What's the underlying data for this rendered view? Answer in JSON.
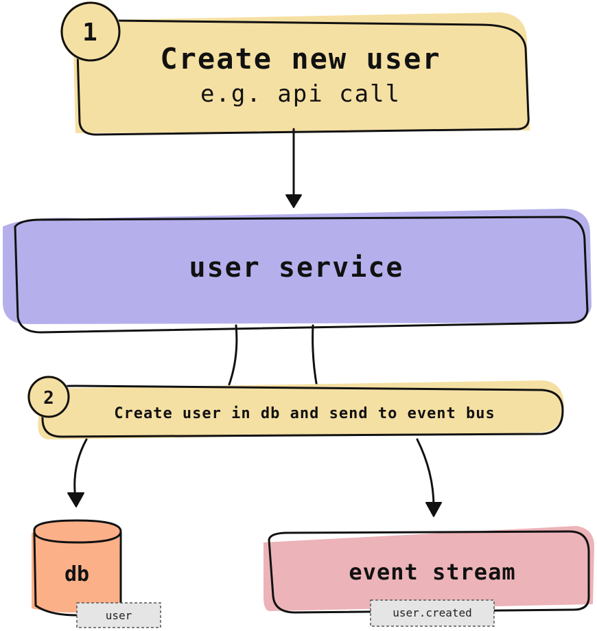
{
  "step1": {
    "number": "1",
    "title": "Create new user",
    "subtitle": "e.g. api call"
  },
  "service": {
    "label": "user service"
  },
  "step2": {
    "number": "2",
    "label": "Create user in db and send to event bus"
  },
  "db": {
    "label": "db",
    "tag": "user"
  },
  "event_stream": {
    "label": "event stream",
    "tag": "user.created"
  },
  "colors": {
    "yellow": "#f5e0a3",
    "purple": "#b5b0ec",
    "orange": "#fbb088",
    "pink": "#ecb3b8",
    "tag_gray": "#e5e5e5",
    "ink": "#111111"
  }
}
